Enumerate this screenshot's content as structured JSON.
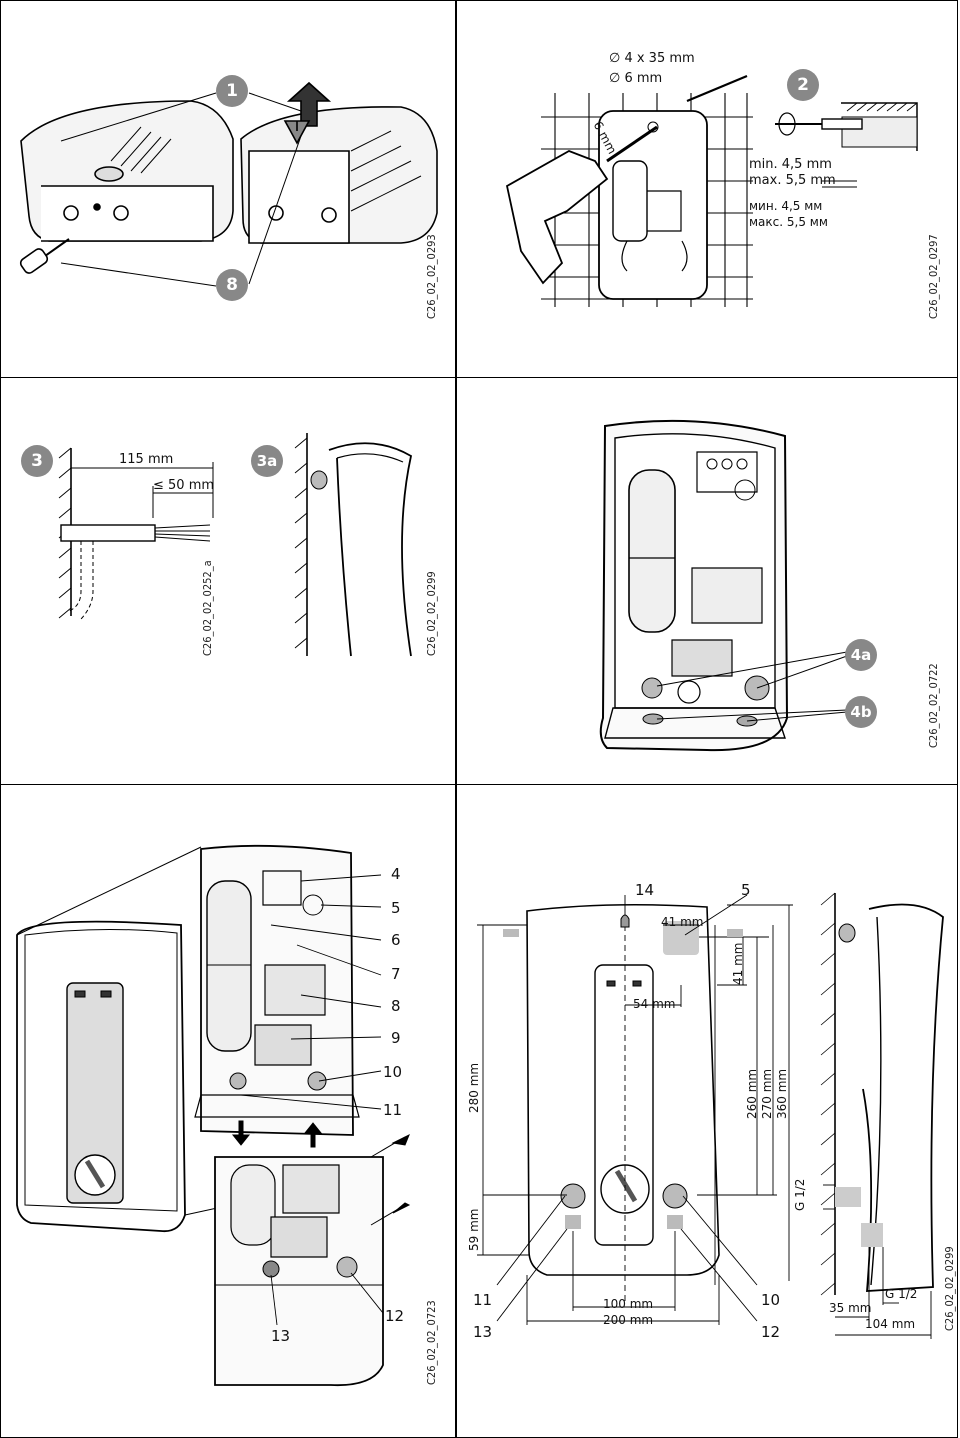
{
  "panel1": {
    "callouts": [
      "1",
      "8"
    ],
    "ref": "C26_02_02_0293"
  },
  "panel2": {
    "callout": "2",
    "screw": "∅ 4 x 35 mm",
    "drill": "∅ 6 mm",
    "drill_depth": "6 mm",
    "min_lat": "min. 4,5 mm",
    "max_lat": "max. 5,5 mm",
    "min_cyr": "мин. 4,5 мм",
    "max_cyr": "макс. 5,5 мм",
    "ref": "C26_02_02_0297"
  },
  "panel3": {
    "callout": "3",
    "dim_115": "115 mm",
    "dim_50": "≤ 50 mm",
    "ref": "C26_02_02_0252_a",
    "callout_b": "3a",
    "ref_b": "C26_02_02_0299"
  },
  "panel4": {
    "callout_a": "4a",
    "callout_b": "4b",
    "ref": "C26_02_02_0722"
  },
  "panel5": {
    "labels": [
      "4",
      "5",
      "6",
      "7",
      "8",
      "9",
      "10",
      "11",
      "12",
      "13"
    ],
    "ref": "C26_02_02_0723"
  },
  "panel6": {
    "labels": {
      "l14": "14",
      "l5": "5",
      "l11": "11",
      "l13": "13",
      "l10": "10",
      "l12": "12"
    },
    "dims": {
      "d41h": "41 mm",
      "d41v": "41 mm",
      "d54": "54 mm",
      "d280": "280 mm",
      "d260": "260 mm",
      "d270": "270 mm",
      "d360": "360 mm",
      "d59": "59 mm",
      "d100": "100 mm",
      "d200": "200 mm",
      "g12a": "G 1/2",
      "g12b": "G 1/2",
      "d35": "35 mm",
      "d104": "104 mm"
    },
    "ref": "C26_02_02_0299"
  }
}
